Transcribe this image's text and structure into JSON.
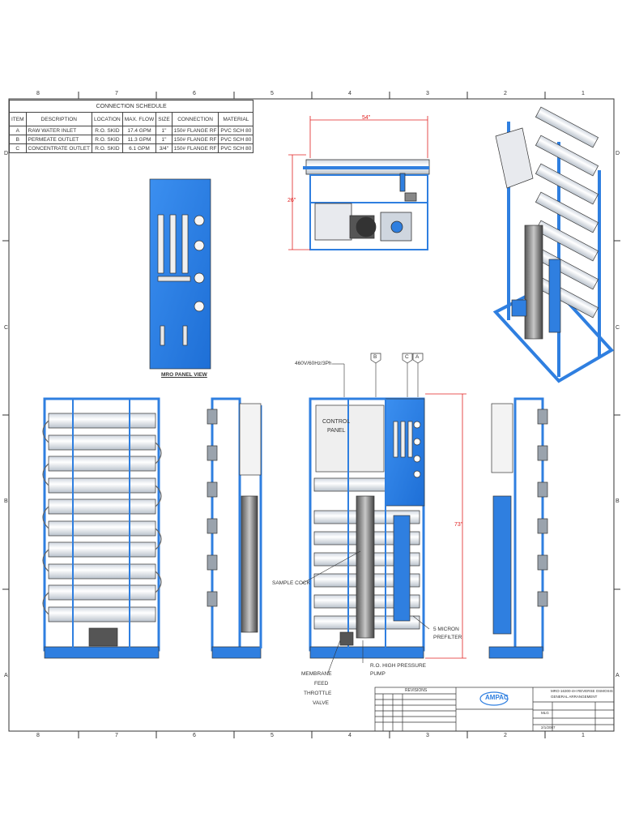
{
  "sheet": {
    "zones_horizontal": [
      "8",
      "7",
      "6",
      "5",
      "4",
      "3",
      "2",
      "1"
    ],
    "zones_vertical": [
      "D",
      "C",
      "B",
      "A"
    ]
  },
  "schedule": {
    "title": "CONNECTION SCHEDULE",
    "headers": [
      "ITEM",
      "DESCRIPTION",
      "LOCATION",
      "MAX. FLOW",
      "SIZE",
      "CONNECTION",
      "MATERIAL"
    ],
    "rows": [
      [
        "A",
        "RAW WATER INLET",
        "R.O. SKID",
        "17.4 GPM",
        "1\"",
        "150# FLANGE RF",
        "PVC SCH 80"
      ],
      [
        "B",
        "PERMEATE OUTLET",
        "R.O. SKID",
        "11.3 GPM",
        "1\"",
        "150# FLANGE RF",
        "PVC SCH 80"
      ],
      [
        "C",
        "CONCENTRATE OUTLET",
        "R.O. SKID",
        "6.1 GPM",
        "3/4\"",
        "150# FLANGE RF",
        "PVC SCH 80"
      ]
    ]
  },
  "panel_view": {
    "label": "MRO PANEL VIEW"
  },
  "dimensions": {
    "width": "54\"",
    "depth": "26\"",
    "height": "73\""
  },
  "callouts": {
    "power": "460V/60Hz/3Ph",
    "control_panel_l1": "CONTROL",
    "control_panel_l2": "PANEL",
    "sample_cock": "SAMPLE COCK",
    "prefilter_l1": "5 MICRON",
    "prefilter_l2": "PREFILTER",
    "pump_l1": "R.O. HIGH PRESSURE",
    "pump_l2": "PUMP",
    "valve_l1": "MEMBRANE",
    "valve_l2": "FEED",
    "valve_l3": "THROTTLE",
    "valve_l4": "VALVE",
    "tag_b": "B",
    "tag_c": "C",
    "tag_a": "A"
  },
  "title_block": {
    "revisions_label": "REVISIONS",
    "title_l1": "MRO-16300-4H REVERSE OSMOSIS",
    "title_l2": "GENERAL ARRANGEMENT",
    "drawn_by": "MLG",
    "date": "2/1/2007",
    "logo_text": "AMPAC"
  },
  "colors": {
    "frame_blue": "#2f7fe0",
    "vessel_white": "#f2f4f7",
    "line_red": "#e02020",
    "border": "#333333"
  }
}
